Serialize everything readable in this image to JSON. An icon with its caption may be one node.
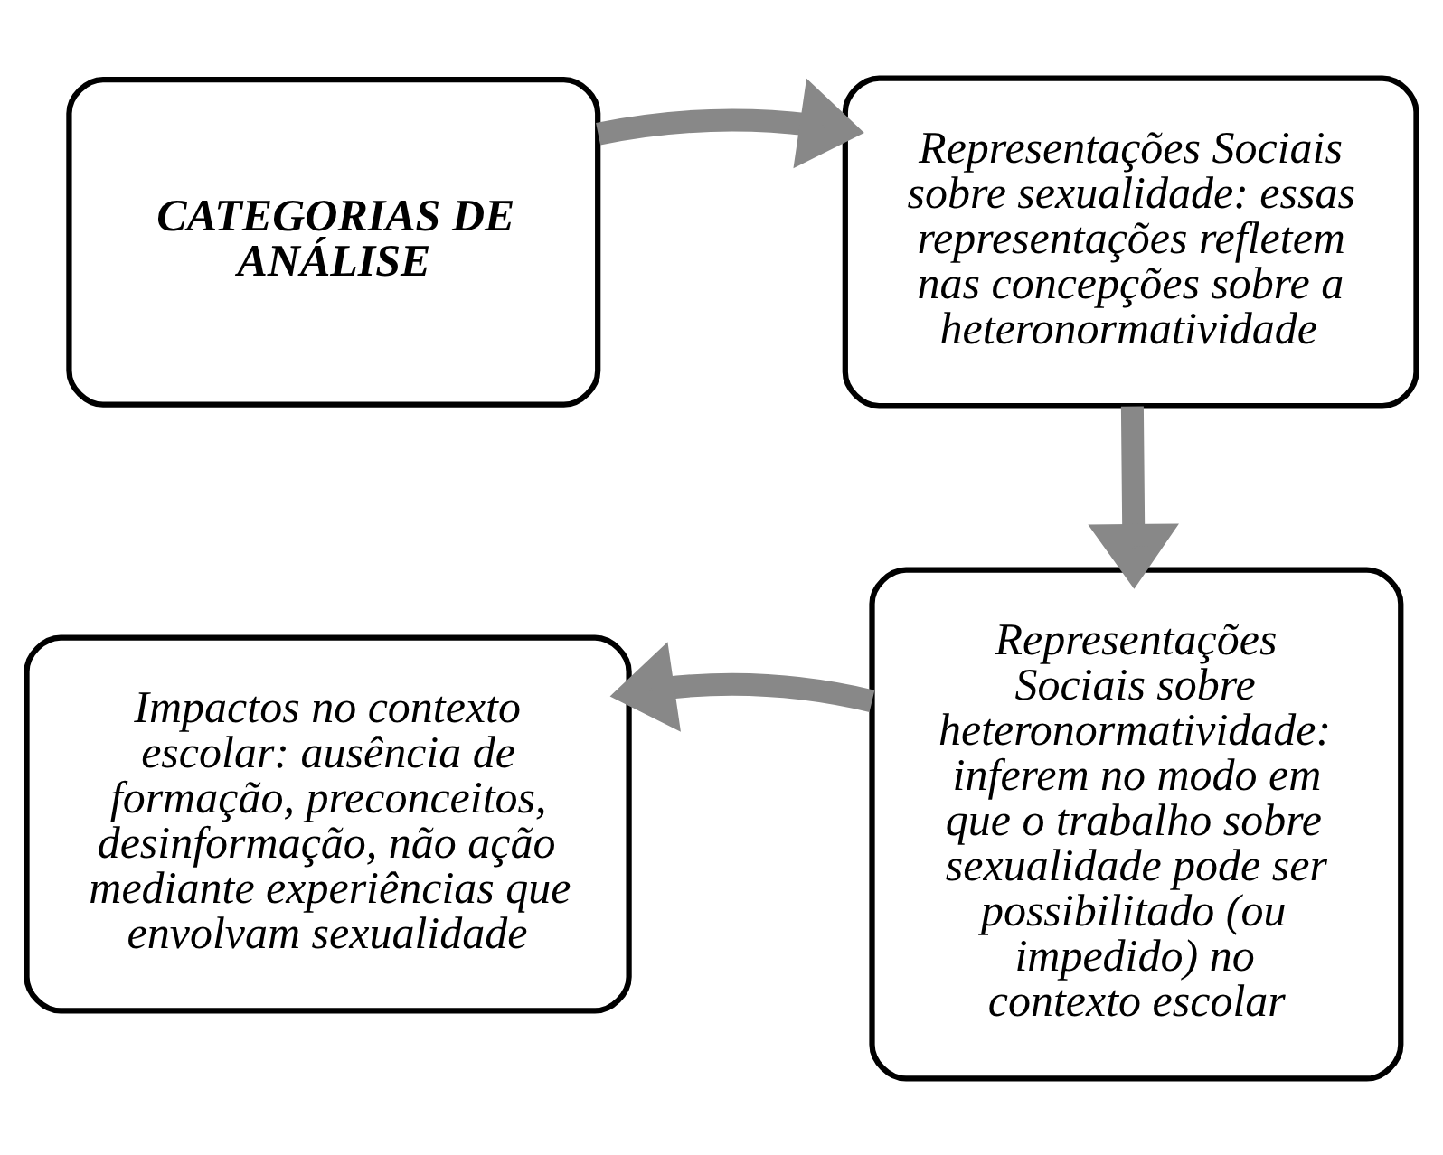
{
  "diagram": {
    "nodes": [
      {
        "text": [
          "CATEGORIAS DE ANÁLISE"
        ]
      },
      {
        "text": [
          "Representações Sociais sobre sexualidade: essas representações refletem nas concepções sobre a heteronormatividade"
        ]
      },
      {
        "text": [
          "Representações Sociais sobre heteronormatividade: inferem no modo em que o trabalho sobre sexualidade pode ser possibilitado (ou impedido) no contexto escolar"
        ]
      },
      {
        "text": [
          "Impactos no contexto escolar: ausência de formação, preconceitos, desinformação, não ação mediante experiências que envolvam sexualidade"
        ]
      }
    ],
    "edges": [
      {
        "from": 0,
        "to": 1,
        "arrow": "to"
      },
      {
        "from": 1,
        "to": 2,
        "arrow": "to"
      },
      {
        "from": 2,
        "to": 3,
        "arrow": "to"
      }
    ]
  }
}
